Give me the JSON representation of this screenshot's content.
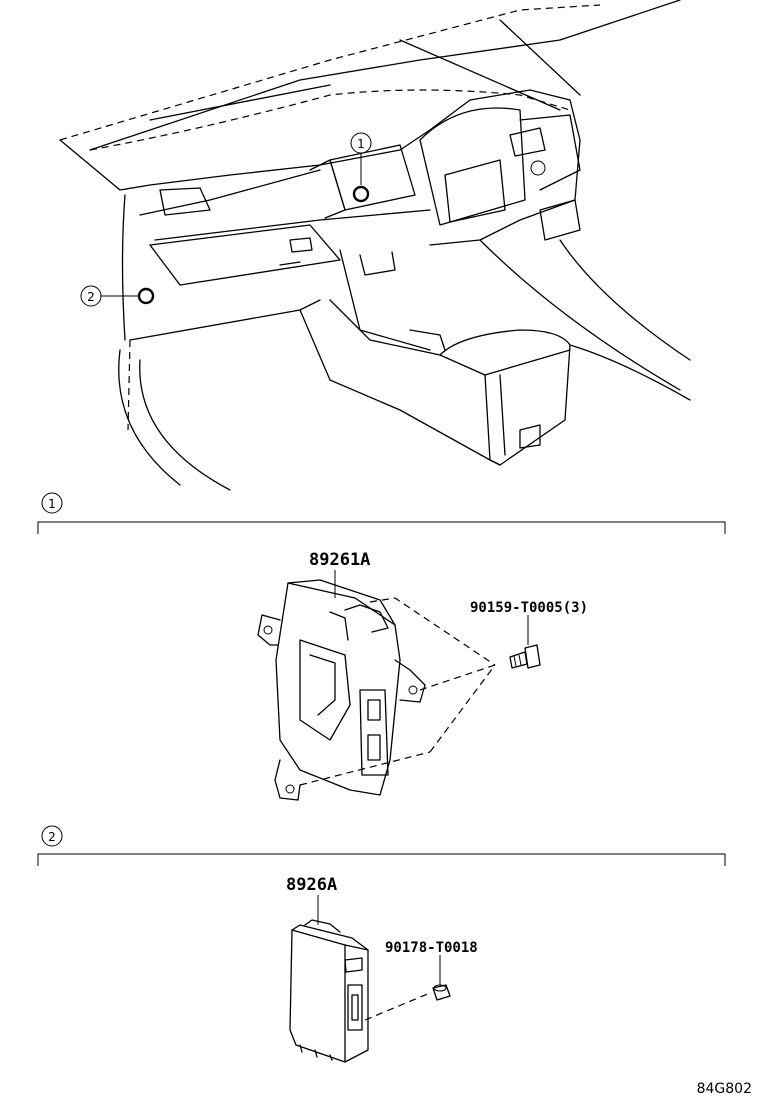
{
  "overview": {
    "callout_1": "1",
    "callout_2": "2"
  },
  "section_1": {
    "index": "1",
    "part_label": "89261A",
    "fastener_label": "90159-T0005(3)"
  },
  "section_2": {
    "index": "2",
    "part_label": "8926A",
    "fastener_label": "90178-T0018"
  },
  "figure_code": "84G802"
}
